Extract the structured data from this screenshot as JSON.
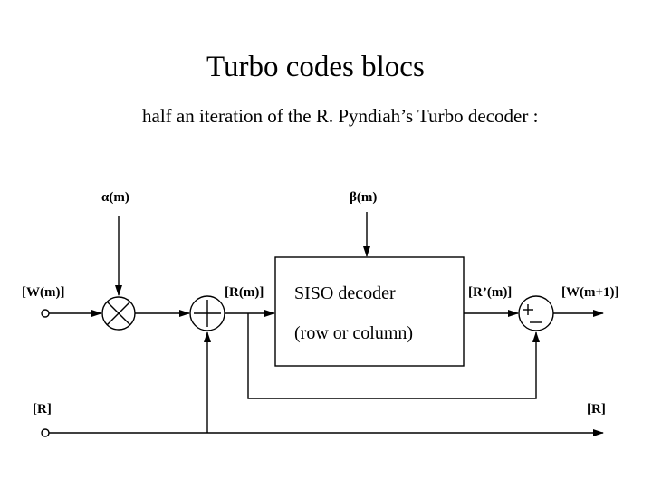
{
  "title": "Turbo codes blocs",
  "subtitle": "half an iteration  of the R. Pyndiah’s Turbo decoder :",
  "diagram": {
    "labels": {
      "alpha": "α(m)",
      "beta": "β(m)",
      "w_in": "[W(m)]",
      "r_m": "[R(m)]",
      "r_prime": "[R’(m)]",
      "w_out": "[W(m+1)]",
      "r_in": "[R]",
      "r_out": "[R]"
    },
    "siso_block": {
      "line1": "SISO decoder",
      "line2": "(row or column)"
    },
    "operators": {
      "multiplier": "multiply",
      "adder": "add",
      "subtractor": "subtract"
    }
  }
}
